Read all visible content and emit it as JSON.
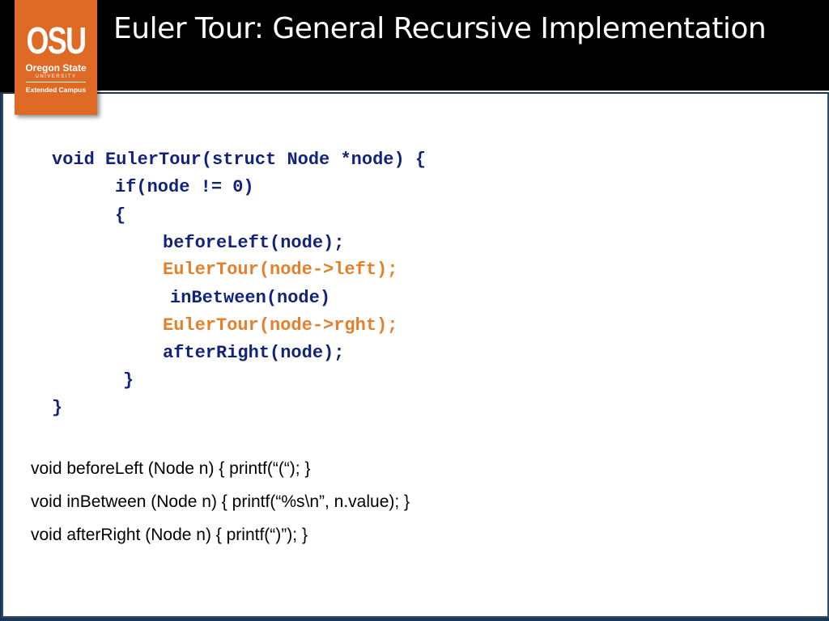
{
  "header": {
    "title": "Euler Tour:  General Recursive Implementation",
    "logo": {
      "mark": "OSU",
      "name": "Oregon State",
      "university": "UNIVERSITY",
      "campus": "Extended Campus"
    }
  },
  "code": {
    "lines": [
      {
        "text": "void EulerTour(struct Node *node) {",
        "kind": "normal"
      },
      {
        "text": "if(node != 0)",
        "kind": "normal"
      },
      {
        "text": "{",
        "kind": "normal"
      },
      {
        "text": "beforeLeft(node);",
        "kind": "normal"
      },
      {
        "text": "EulerTour(node->left);",
        "kind": "recursive"
      },
      {
        "text": "inBetween(node)",
        "kind": "normal"
      },
      {
        "text": "EulerTour(node->rght);",
        "kind": "recursive"
      },
      {
        "text": "afterRight(node);",
        "kind": "normal"
      },
      {
        "text": "}",
        "kind": "normal"
      },
      {
        "text": "}",
        "kind": "normal"
      }
    ]
  },
  "helpers": [
    "void beforeLeft (Node n) { printf(“(“); }",
    "void inBetween (Node n) { printf(“%s\\n”, n.value); }",
    "void afterRight (Node n) { printf(“)”); }"
  ],
  "colors": {
    "header_background": "#000000",
    "logo_orange": "#de6a26",
    "code_blue": "#12237a",
    "recursive_orange": "#e57f2a",
    "frame_blue": "#2c4d72"
  }
}
